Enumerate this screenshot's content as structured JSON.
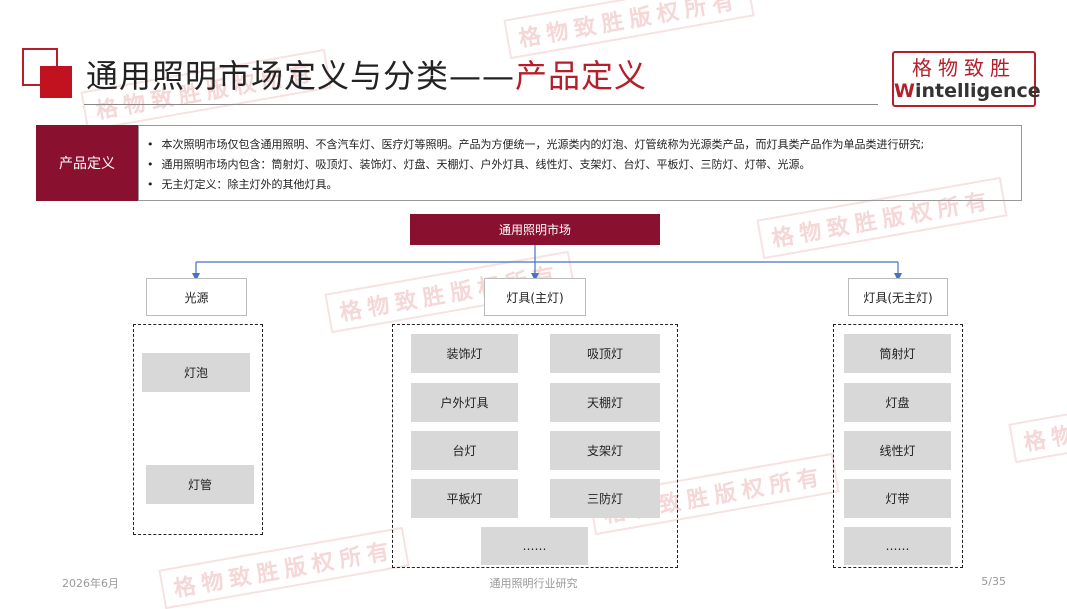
{
  "header": {
    "title_main": "通用照明市场定义与分类——",
    "title_highlight": "产品定义"
  },
  "logo": {
    "cn": "格物致胜",
    "en_first": "W",
    "en_rest": "intelligence"
  },
  "definition": {
    "label": "产品定义",
    "lines": [
      "本次照明市场仅包含通用照明、不含汽车灯、医疗灯等照明。产品为方便统一，光源类内的灯泡、灯管统称为光源类产品，而灯具类产品作为单品类进行研究;",
      "通用照明市场内包含：筒射灯、吸顶灯、装饰灯、灯盘、天棚灯、户外灯具、线性灯、支架灯、台灯、平板灯、三防灯、灯带、光源。",
      "无主灯定义：除主灯外的其他灯具。"
    ]
  },
  "diagram": {
    "root": "通用照明市场",
    "categories": [
      {
        "label": "光源",
        "items": [
          "灯泡",
          "灯管"
        ]
      },
      {
        "label": "灯具(主灯)",
        "items": [
          "装饰灯",
          "吸顶灯",
          "户外灯具",
          "天棚灯",
          "台灯",
          "支架灯",
          "平板灯",
          "三防灯",
          "……"
        ]
      },
      {
        "label": "灯具(无主灯)",
        "items": [
          "筒射灯",
          "灯盘",
          "线性灯",
          "灯带",
          "……"
        ]
      }
    ]
  },
  "watermark": "格物致胜版权所有",
  "footer": {
    "date": "2026年6月",
    "center": "通用照明行业研究",
    "page": "5/35"
  },
  "colors": {
    "brand_red": "#b51f2b",
    "deep_red": "#8a1030",
    "item_gray": "#d8d8d8",
    "connector_blue": "#4472c4"
  }
}
